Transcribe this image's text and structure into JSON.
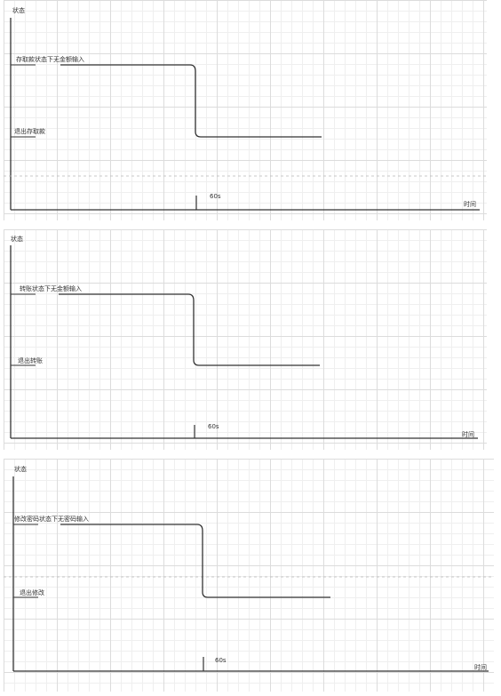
{
  "diagrams": [
    {
      "y_axis_label": "状态",
      "x_axis_label": "时间",
      "high_state_label": "存取款状态下无金额输入",
      "low_state_label": "退出存取款",
      "time_marker_label": "60s"
    },
    {
      "y_axis_label": "状态",
      "x_axis_label": "时间",
      "high_state_label": "转账状态下无金额输入",
      "low_state_label": "退出转账",
      "time_marker_label": "60s"
    },
    {
      "y_axis_label": "状态",
      "x_axis_label": "时间",
      "high_state_label": "修改密码状态下无密码输入",
      "low_state_label": "退出修改",
      "time_marker_label": "60s"
    }
  ]
}
